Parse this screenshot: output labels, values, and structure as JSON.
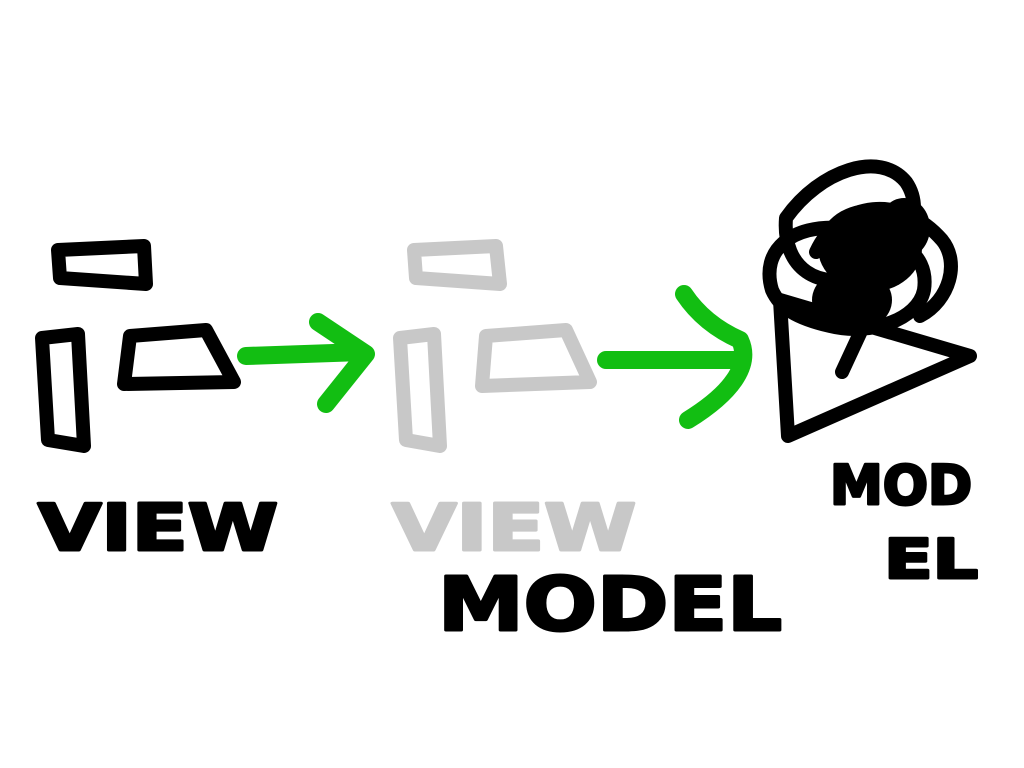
{
  "colors": {
    "ink": "#000000",
    "faded": "#c8c8c8",
    "arrow": "#12be12",
    "background": "#ffffff"
  },
  "stages": [
    {
      "label": "VIEW"
    },
    {
      "label": "VIEW",
      "overlay_label": "MODEL"
    },
    {
      "label_line1": "MOD",
      "label_line2": "EL"
    }
  ],
  "icons": {
    "window": "window-sketch-icon",
    "faded_window": "faded-window-sketch-icon",
    "scribble": "scribbled-triangle-icon",
    "arrow": "green-arrow-icon"
  }
}
